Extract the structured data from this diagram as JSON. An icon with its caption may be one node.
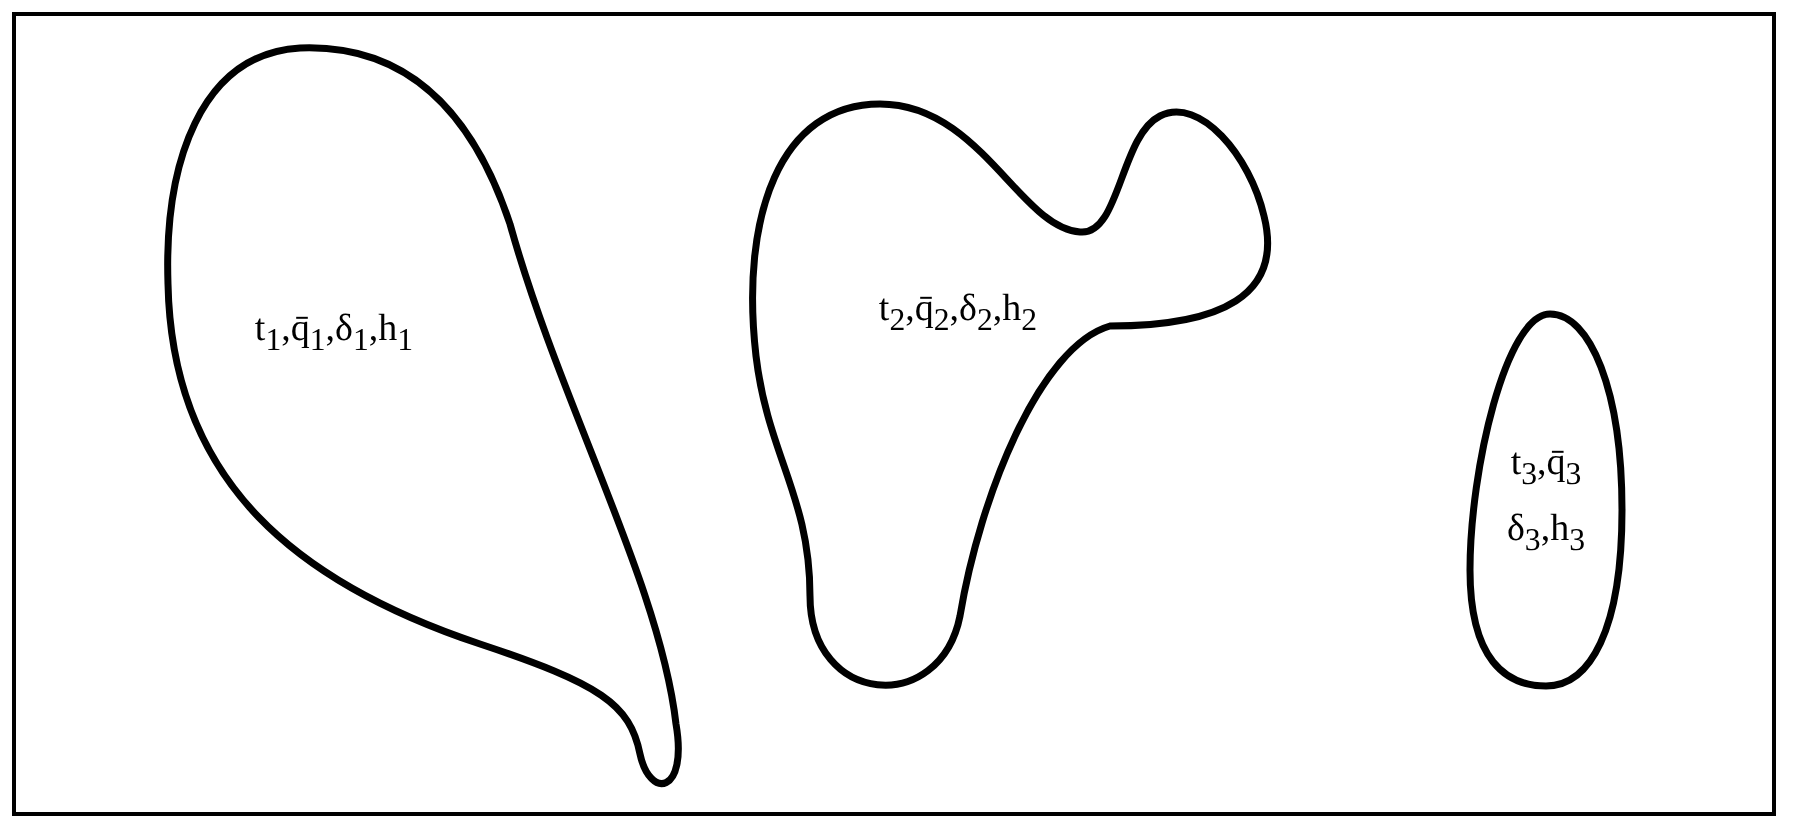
{
  "diagram": {
    "nodes": [
      {
        "text": [
          "t$_{1}$,q̄$_{1}$,δ$_{1}$,h$_{1}$"
        ]
      },
      {
        "text": [
          "t$_{2}$,q̄$_{2}$,δ$_{2}$,h$_{2}$"
        ]
      },
      {
        "text": [
          "t$_{3}$,q̄$_{3}$ δ$_{3}$,h$_{3}$"
        ]
      }
    ]
  }
}
